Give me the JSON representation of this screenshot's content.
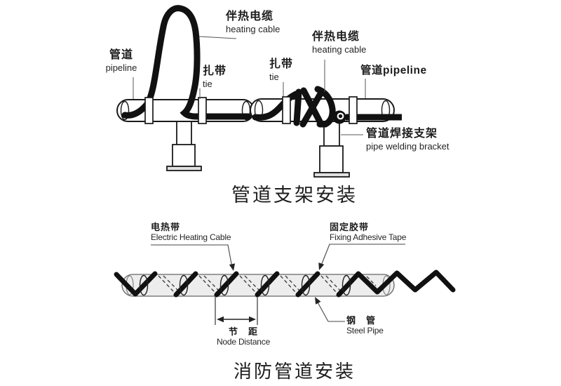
{
  "titles": {
    "top": "管道支架安装",
    "bottom": "消防管道安装"
  },
  "top_left_diagram": {
    "pipeline_zh": "管道",
    "pipeline_en": "pipeline",
    "heating_cable_zh": "伴热电缆",
    "heating_cable_en": "heating cable",
    "tie_zh": "扎带",
    "tie_en": "tie"
  },
  "top_right_diagram": {
    "tie_zh": "扎带",
    "tie_en": "tie",
    "heating_cable_zh": "伴热电缆",
    "heating_cable_en": "heating cable",
    "pipeline_label": "管道pipeline",
    "bracket_zh": "管道焊接支架",
    "bracket_en": "pipe welding bracket"
  },
  "bottom_diagram": {
    "electric_heating_cable_zh": "电热带",
    "electric_heating_cable_en": "Electric Heating Cable",
    "fixing_tape_zh": "固定胶带",
    "fixing_tape_en": "Fixing Adhesive Tape",
    "node_distance_zh": "节　距",
    "node_distance_en": "Node Distance",
    "steel_pipe_zh": "钢　管",
    "steel_pipe_en": "Steel Pipe"
  },
  "colors": {
    "ink": "#1a1a1a",
    "cable": "#111111",
    "leader": "#555555",
    "pipe_fill": "#ffffff",
    "steel_pipe_fill": "#ededed",
    "base_plate_fill": "#e0e0e0"
  }
}
